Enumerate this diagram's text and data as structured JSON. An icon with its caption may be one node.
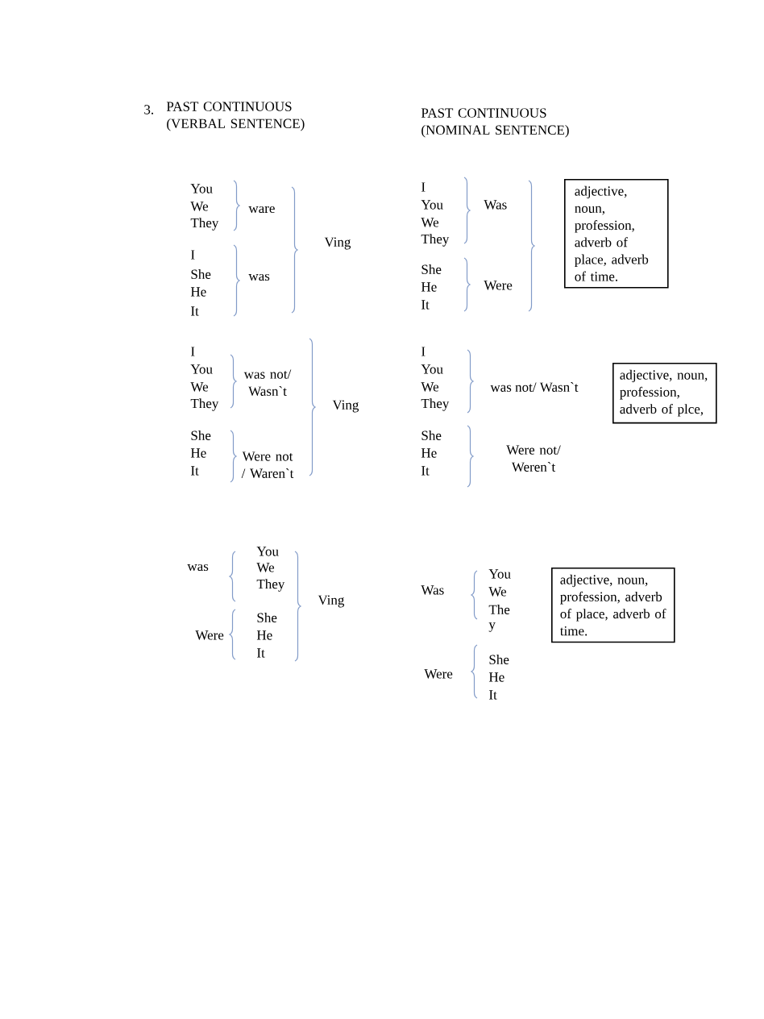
{
  "diagram": {
    "nodes": [
      {
        "text": [
          "adjective, noun, profession, adverb of place, adverb  of time."
        ]
      },
      {
        "text": [
          "adjective, noun, profession, adverb of plce,"
        ]
      },
      {
        "text": [
          "adjective, noun, profession, adverb of place, adverb of time."
        ]
      }
    ],
    "labels": [
      "3.",
      "PAST CONTINUOUS (VERBAL SENTENCE)",
      "PAST CONTINUOUS (NOMINAL SENTENCE)",
      "You",
      "We",
      "They",
      "ware",
      "I",
      "She",
      "He",
      "It",
      "was",
      "Ving",
      "I",
      "You",
      "We",
      "They",
      "Was",
      "She",
      "He",
      "It",
      "Were",
      "I",
      "You",
      "We",
      "They",
      "was not/ Wasn`t",
      "She",
      "He",
      "It",
      "Were not / Waren`t",
      "Ving",
      "I",
      "You",
      "We",
      "They",
      "was not/ Wasn`t",
      "She",
      "He",
      "It",
      "Were not/ Weren`t",
      "was",
      "You",
      "We",
      "They",
      "Were",
      "She",
      "He",
      "It",
      "Ving",
      "Was",
      "You",
      "We",
      "The",
      "y",
      "Were",
      "She",
      "He",
      "It"
    ]
  }
}
